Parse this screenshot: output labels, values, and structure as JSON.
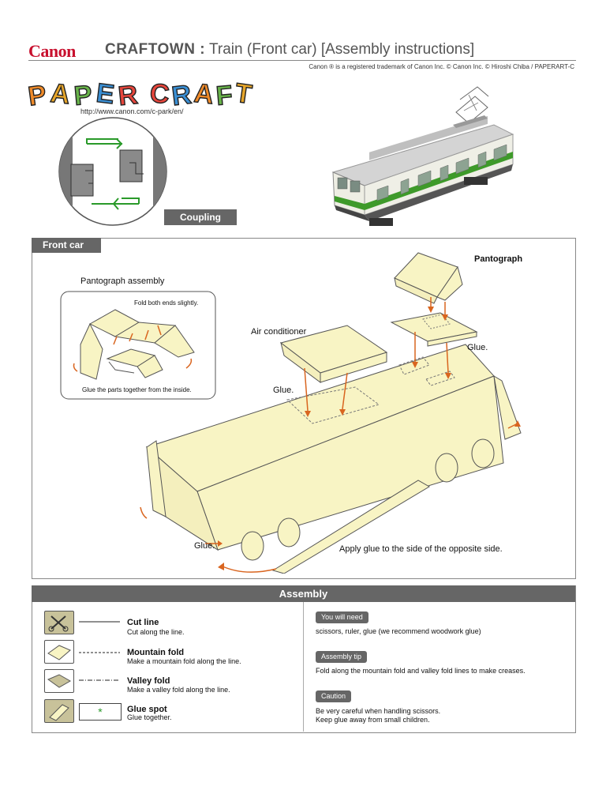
{
  "header": {
    "brand": "Canon",
    "title_bold": "CRAFTOWN :",
    "title_rest": "Train  (Front car)  [Assembly instructions]",
    "credit": "Canon ® is a registered trademark of Canon Inc.  © Canon Inc.  © Hiroshi Chiba / PAPERART-C"
  },
  "logo": {
    "text": "PAPER CRAFT"
  },
  "site_url": "http://www.canon.com/c-park/en/",
  "coupling": {
    "label": "Coupling"
  },
  "front_car": {
    "tab": "Front car",
    "pantograph_label": "Pantograph",
    "pantograph_assembly_label": "Pantograph assembly",
    "fold_note": "Fold both ends slightly.",
    "glue_inside_note": "Glue the parts together from the inside.",
    "air_conditioner_label": "Air conditioner",
    "glue_label": "Glue.",
    "opposite_side_note": "Apply glue to the side of the opposite side."
  },
  "assembly": {
    "title": "Assembly",
    "legend": [
      {
        "title": "Cut line",
        "desc": "Cut along the line.",
        "icon": "scissors-icon"
      },
      {
        "title": "Mountain fold",
        "desc": "Make a mountain fold along the line.",
        "icon": "mountain-fold-icon"
      },
      {
        "title": "Valley fold",
        "desc": "Make a valley fold along the line.",
        "icon": "valley-fold-icon"
      },
      {
        "title": "Glue spot",
        "desc": "Glue together.",
        "icon": "glue-icon"
      }
    ],
    "glue_mark": "*",
    "you_will_need": {
      "label": "You will need",
      "text": "scissors, ruler, glue (we recommend woodwork glue)"
    },
    "tip": {
      "label": "Assembly tip",
      "text": "Fold along the mountain fold and valley fold lines to make creases."
    },
    "caution": {
      "label": "Caution",
      "lines": [
        "Be very careful when handling scissors.",
        "Keep glue away from small children."
      ]
    }
  },
  "colors": {
    "brand_red": "#c8102e",
    "tab_gray": "#666666",
    "paper_yellow": "#f8f4c4",
    "arrow_orange": "#d9651f",
    "train_green": "#3e9a2a"
  }
}
